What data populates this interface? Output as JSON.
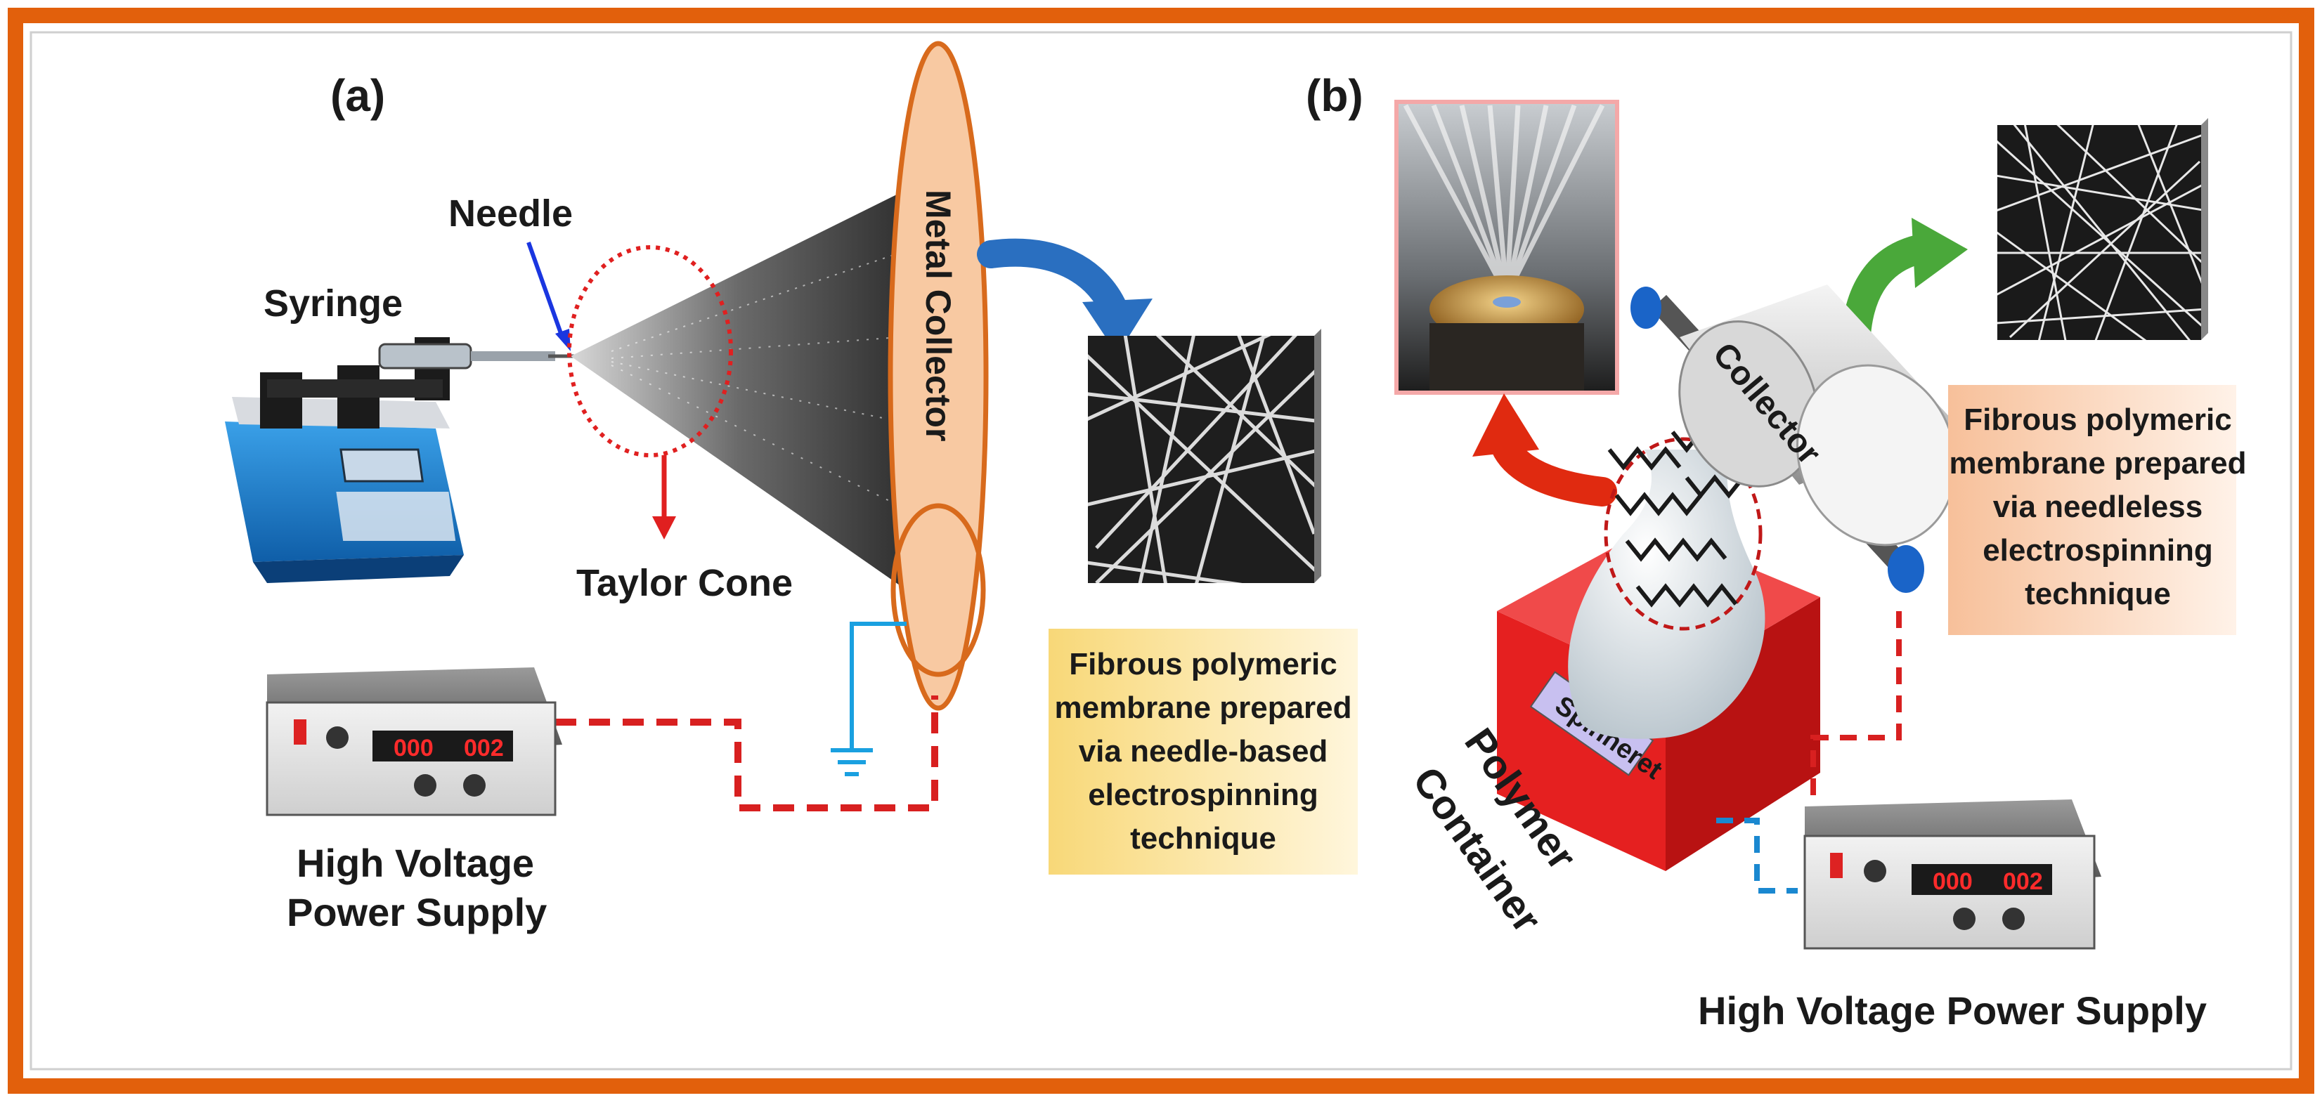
{
  "colors": {
    "frame": "#e2600c",
    "collector_fill": "#f8c9a2",
    "collector_stroke": "#d86a1c",
    "ground_wire": "#1aa0e0",
    "hv_wire": "#d82020",
    "panel_b_wire_blue": "#1a88d0",
    "arrow_blue": "#2a6fc0",
    "arrow_green": "#4aa83a",
    "arrow_red": "#e02a10",
    "spinneret_box": "#e52020",
    "label_a_bg": "#fbe7a8",
    "label_b_bg": "#fbd7bf"
  },
  "panel_a": {
    "tag": "(a)",
    "needle_label": "Needle",
    "syringe_label": "Syringe",
    "taylor_cone_label": "Taylor Cone",
    "collector_label": "Metal Collector",
    "power_supply_label_line1": "High Voltage",
    "power_supply_label_line2": "Power Supply",
    "membrane_caption": [
      "Fibrous polymeric",
      "membrane prepared",
      "via needle-based",
      "electrospinning",
      "technique"
    ],
    "readout_left": "000",
    "readout_right": "002"
  },
  "panel_b": {
    "tag": "(b)",
    "collector_label": "Collector",
    "spinneret_label": "Spinneret",
    "container_label_line1": "Polymer",
    "container_label_line2": "Container",
    "power_supply_label": "High Voltage Power Supply",
    "membrane_caption": [
      "Fibrous polymeric",
      "membrane prepared",
      "via needleless",
      "electrospinning",
      "technique"
    ],
    "readout_left": "000",
    "readout_right": "002"
  }
}
